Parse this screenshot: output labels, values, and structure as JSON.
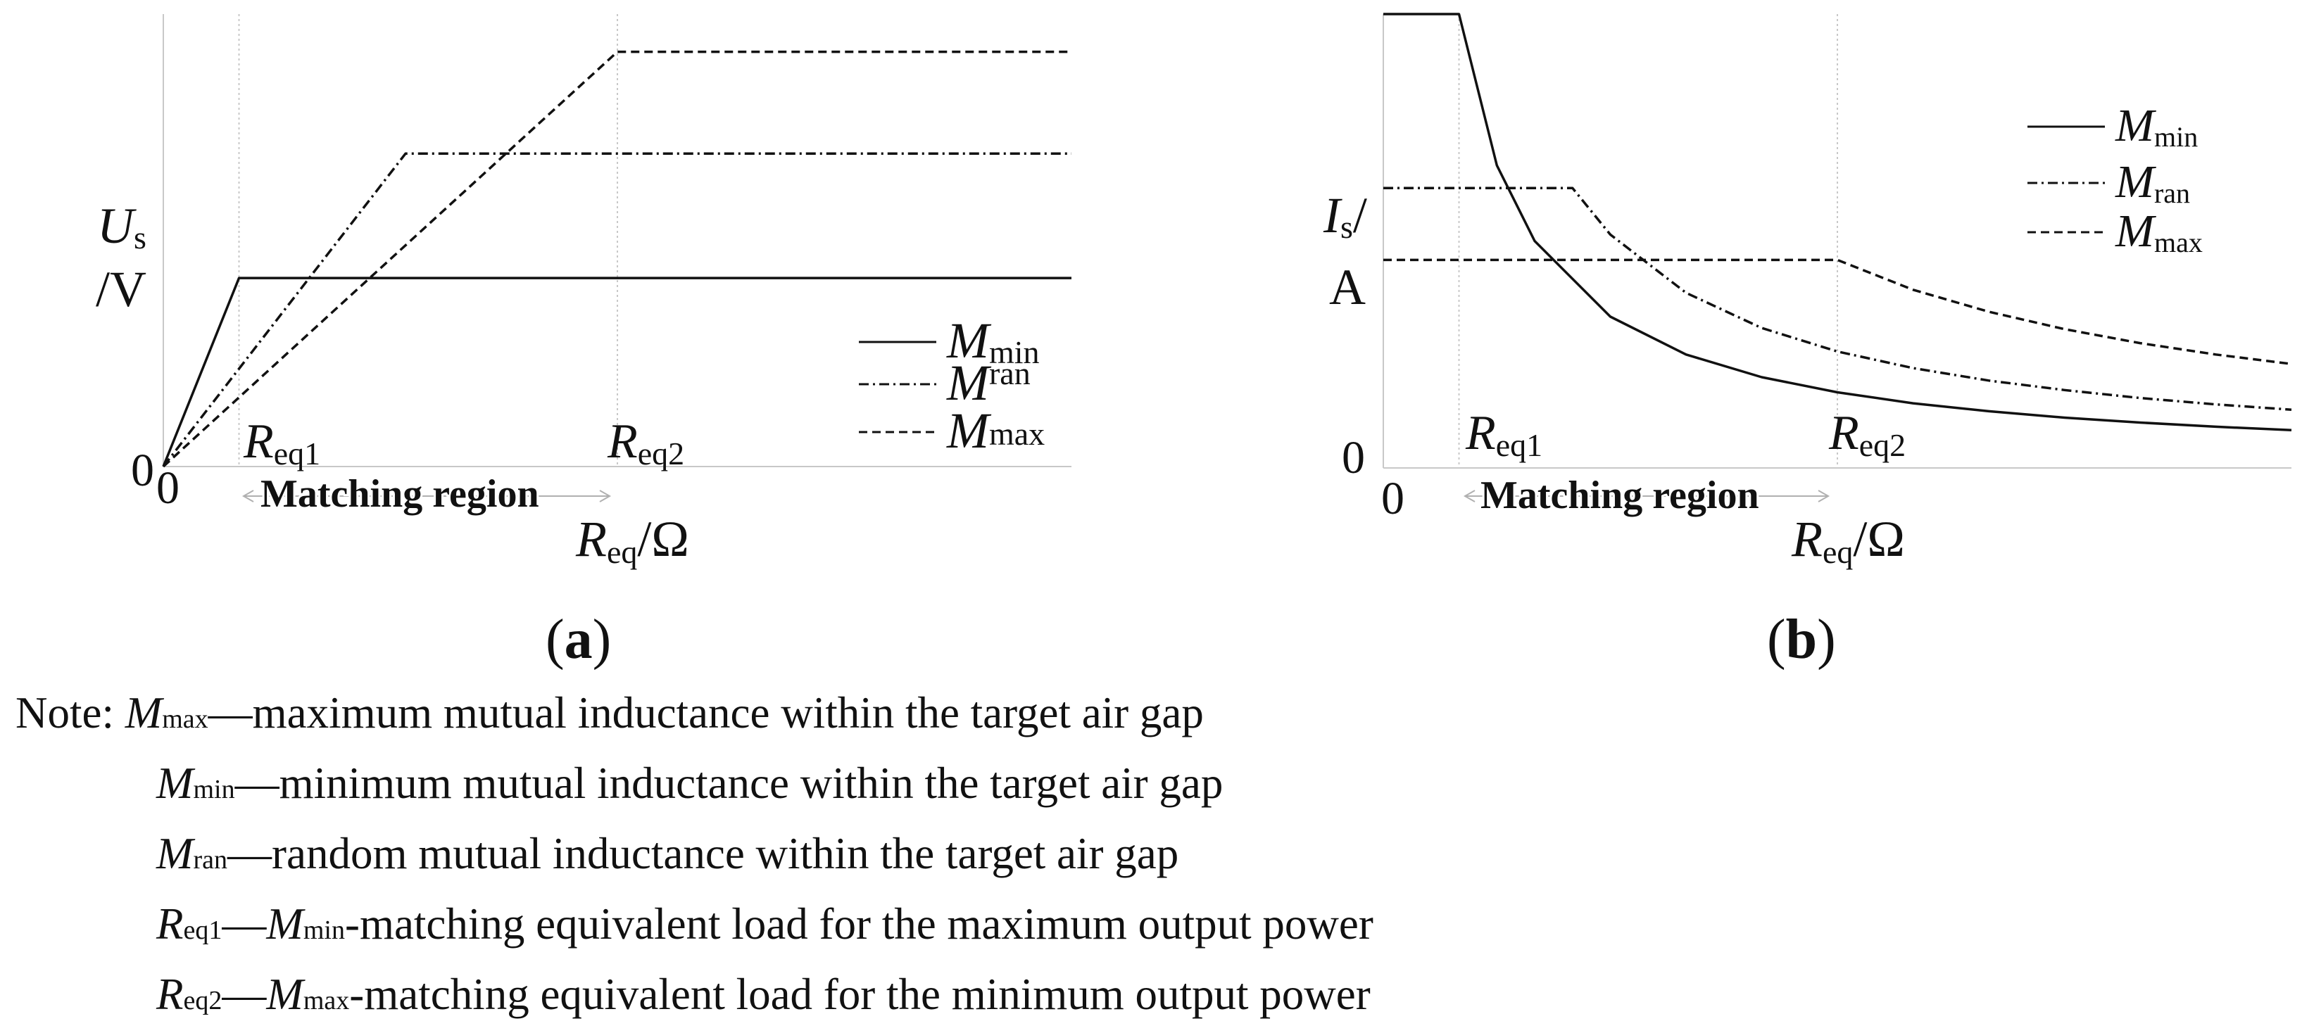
{
  "chart_data": [
    {
      "id": "a",
      "type": "line",
      "panel_label": "(a)",
      "panel_letter": "a",
      "y_axis_label": {
        "symbol": "U",
        "sub": "s",
        "unit": "/V"
      },
      "x_axis_label": {
        "symbol": "R",
        "sub": "eq",
        "unit": "/Ω"
      },
      "origin_labels": [
        "0",
        "0"
      ],
      "xlim": [
        0,
        12
      ],
      "ylim": [
        0,
        12
      ],
      "markers": [
        {
          "x": 1,
          "symbol": "R",
          "sub": "eq1"
        },
        {
          "x": 6,
          "symbol": "R",
          "sub": "eq2"
        }
      ],
      "region_label": "Matching region",
      "series": [
        {
          "name": "M_min",
          "legend_symbol": "M",
          "legend_sub": "min",
          "dash": "solid",
          "x": [
            0,
            1,
            12
          ],
          "y": [
            0,
            5,
            5
          ]
        },
        {
          "name": "M_ran",
          "legend_symbol": "M",
          "legend_sub": "ran",
          "dash": "dashdot",
          "x": [
            0,
            3.2,
            12
          ],
          "y": [
            0,
            8.3,
            8.3
          ]
        },
        {
          "name": "M_max",
          "legend_symbol": "M",
          "legend_sub": "max",
          "dash": "dashed",
          "x": [
            0,
            6,
            12
          ],
          "y": [
            0,
            11,
            11
          ]
        }
      ],
      "legend_position": "right"
    },
    {
      "id": "b",
      "type": "line",
      "panel_label": "(b)",
      "panel_letter": "b",
      "y_axis_label": {
        "symbol": "I",
        "sub": "s",
        "line1_unit": "/",
        "line2": "A"
      },
      "x_axis_label": {
        "symbol": "R",
        "sub": "eq",
        "unit": "/Ω"
      },
      "origin_labels": [
        "0",
        "0"
      ],
      "xlim": [
        0,
        12
      ],
      "ylim": [
        0,
        12
      ],
      "markers": [
        {
          "x": 1,
          "symbol": "R",
          "sub": "eq1"
        },
        {
          "x": 6,
          "symbol": "R",
          "sub": "eq2"
        }
      ],
      "region_label": "Matching region",
      "series": [
        {
          "name": "M_min",
          "legend_symbol": "M",
          "legend_sub": "min",
          "dash": "solid",
          "x": [
            0,
            1,
            1.5,
            2,
            3,
            4,
            5,
            6,
            7,
            8,
            9,
            10,
            11,
            12
          ],
          "y": [
            12,
            12,
            8.0,
            6.0,
            4.0,
            3.0,
            2.4,
            2.0,
            1.71,
            1.5,
            1.33,
            1.2,
            1.09,
            1.0
          ]
        },
        {
          "name": "M_ran",
          "legend_symbol": "M",
          "legend_sub": "ran",
          "dash": "dashdot",
          "x": [
            0,
            2.5,
            3,
            4,
            5,
            6,
            7,
            8,
            9,
            10,
            11,
            12
          ],
          "y": [
            7.4,
            7.4,
            6.17,
            4.63,
            3.7,
            3.08,
            2.64,
            2.31,
            2.06,
            1.85,
            1.68,
            1.54
          ]
        },
        {
          "name": "M_max",
          "legend_symbol": "M",
          "legend_sub": "max",
          "dash": "dashed",
          "x": [
            0,
            6,
            7,
            8,
            9,
            10,
            11,
            12
          ],
          "y": [
            5.5,
            5.5,
            4.71,
            4.13,
            3.67,
            3.3,
            3.0,
            2.75
          ]
        }
      ],
      "legend_position": "top-right"
    }
  ],
  "notes": {
    "prefix": "Note: ",
    "lines": [
      {
        "sym": "M",
        "sub": "max",
        "text": "—maximum mutual inductance within the target air gap"
      },
      {
        "sym": "M",
        "sub": "min",
        "text": "—minimum mutual inductance within the target air gap"
      },
      {
        "sym": "M",
        "sub": "ran",
        "text": "—random mutual inductance within the target air gap"
      },
      {
        "sym": "R",
        "sub": "eq1",
        "mid": "—",
        "sym2": "M",
        "sub2": "min",
        "text": "-matching equivalent load for the maximum output power"
      },
      {
        "sym": "R",
        "sub": "eq2",
        "mid": "—",
        "sym2": "M",
        "sub2": "max",
        "text": "-matching equivalent load for the minimum output power"
      }
    ]
  }
}
